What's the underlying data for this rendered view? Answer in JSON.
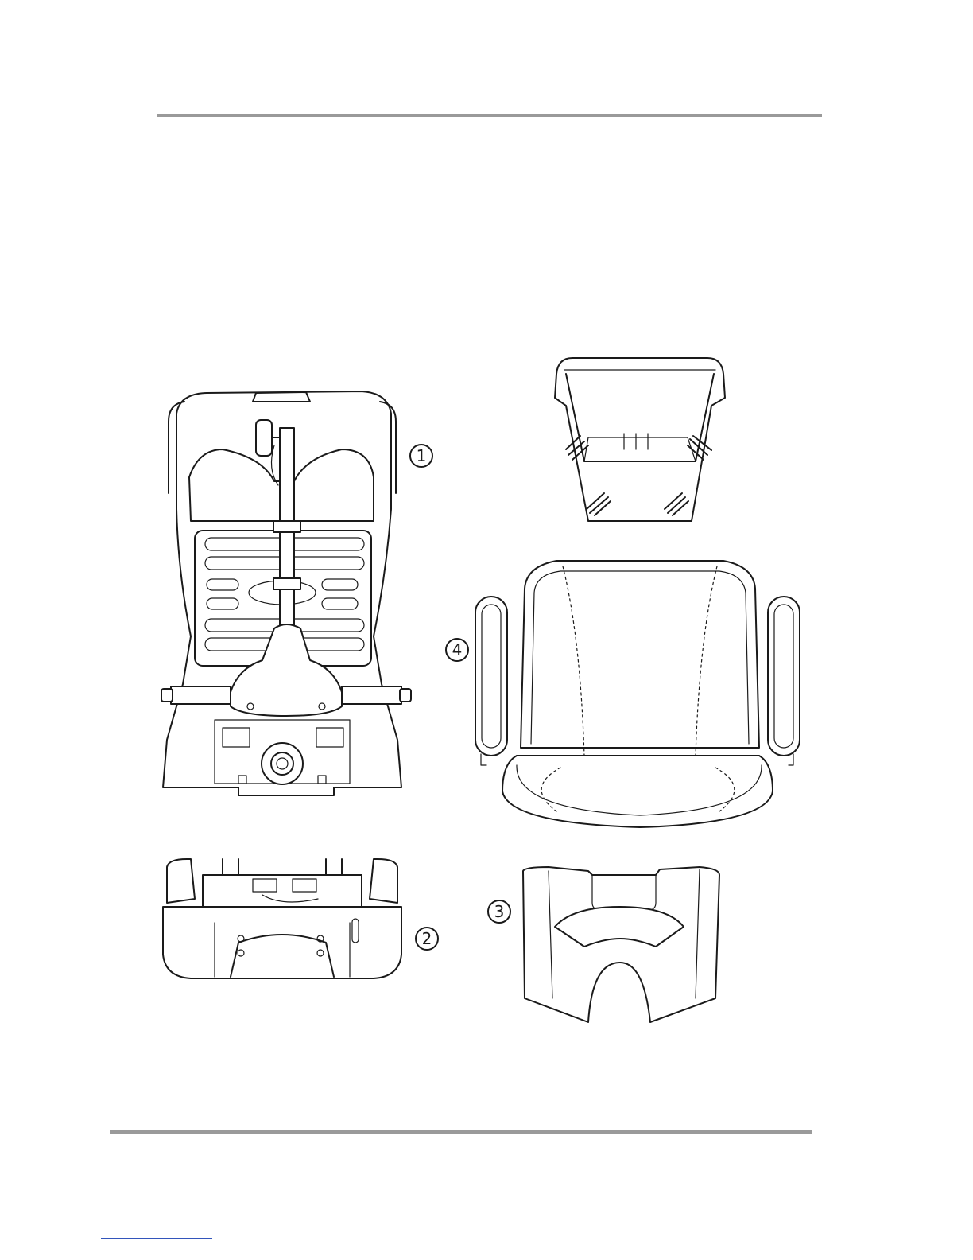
{
  "page": {
    "callouts": [
      {
        "id": "1",
        "label": "1"
      },
      {
        "id": "2",
        "label": "2"
      },
      {
        "id": "3",
        "label": "3"
      },
      {
        "id": "4",
        "label": "4"
      }
    ]
  },
  "colors": {
    "rule": "#9a9a9a",
    "ink": "#1a1a1a",
    "link": "#3355bb"
  },
  "parts": {
    "part1": "tiller-rear-section",
    "part2": "front-section",
    "part3": "shroud",
    "part4": "seat",
    "part5": "basket"
  }
}
